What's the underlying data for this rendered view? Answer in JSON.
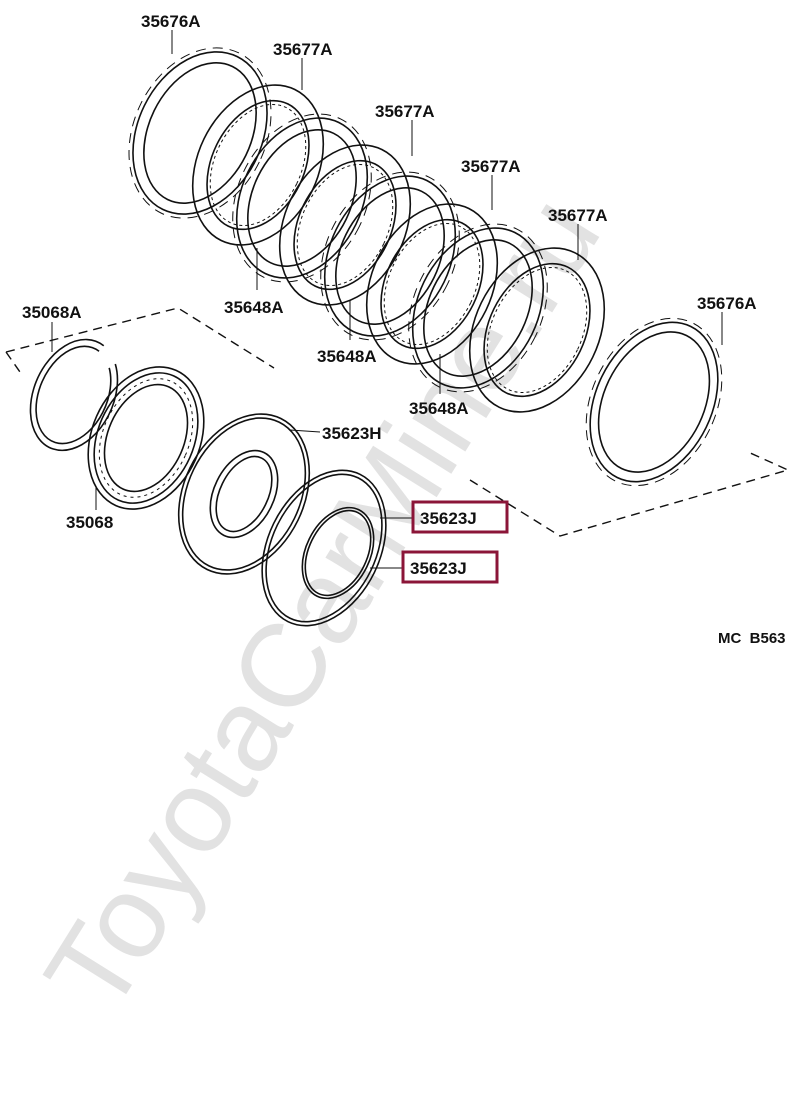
{
  "watermark": "ToyotaCarMine.ru",
  "labels": {
    "clutch_plate_end_top": "35676A",
    "friction_disc_1": "35677A",
    "friction_disc_2": "35677A",
    "friction_disc_3": "35677A",
    "friction_disc_4": "35677A",
    "clutch_plate_end_right": "35676A",
    "clutch_plate_1": "35648A",
    "clutch_plate_2": "35648A",
    "clutch_plate_3": "35648A",
    "snap_ring": "35068A",
    "one_way_clutch": "35068",
    "piston": "35623H",
    "o_ring_outer": "35623J",
    "o_ring_inner": "35623J"
  },
  "diagram_code": "MC  B563",
  "colors": {
    "highlight": "#8b1538",
    "line": "#111111",
    "watermark": "#e2e2e2"
  }
}
